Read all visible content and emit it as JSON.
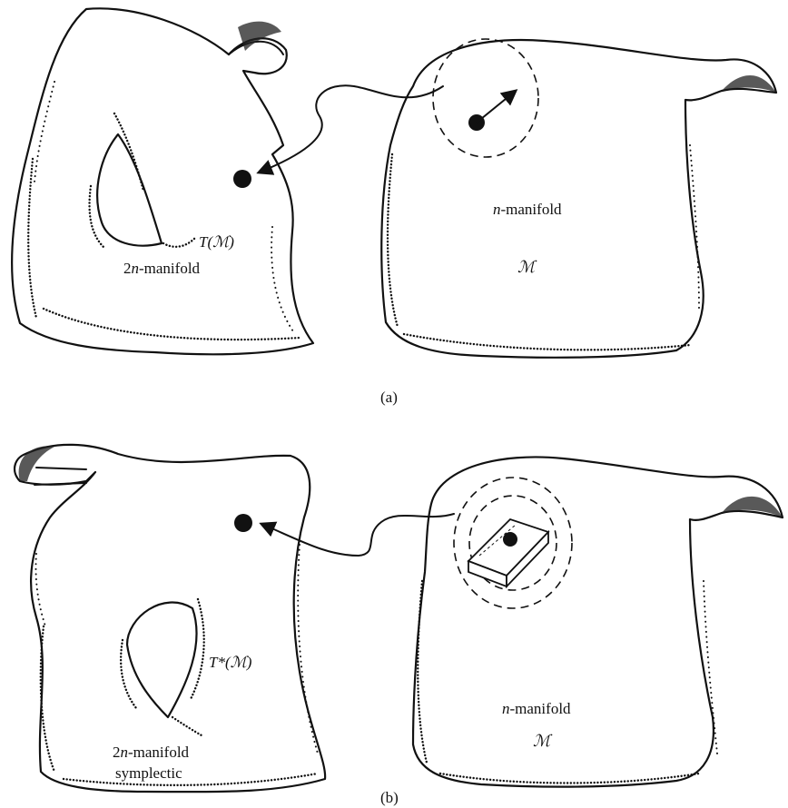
{
  "panel_a": {
    "caption": "(a)",
    "left_surface": {
      "label_bundle": "T(ℳ)",
      "label_dim": "2n-manifold"
    },
    "right_surface": {
      "label_dim": "n-manifold",
      "label_symbol": "ℳ"
    }
  },
  "panel_b": {
    "caption": "(b)",
    "left_surface": {
      "label_bundle": "T*(ℳ)",
      "label_dim": "2n-manifold",
      "label_extra": "symplectic"
    },
    "right_surface": {
      "label_dim": "n-manifold",
      "label_symbol": "ℳ"
    }
  }
}
